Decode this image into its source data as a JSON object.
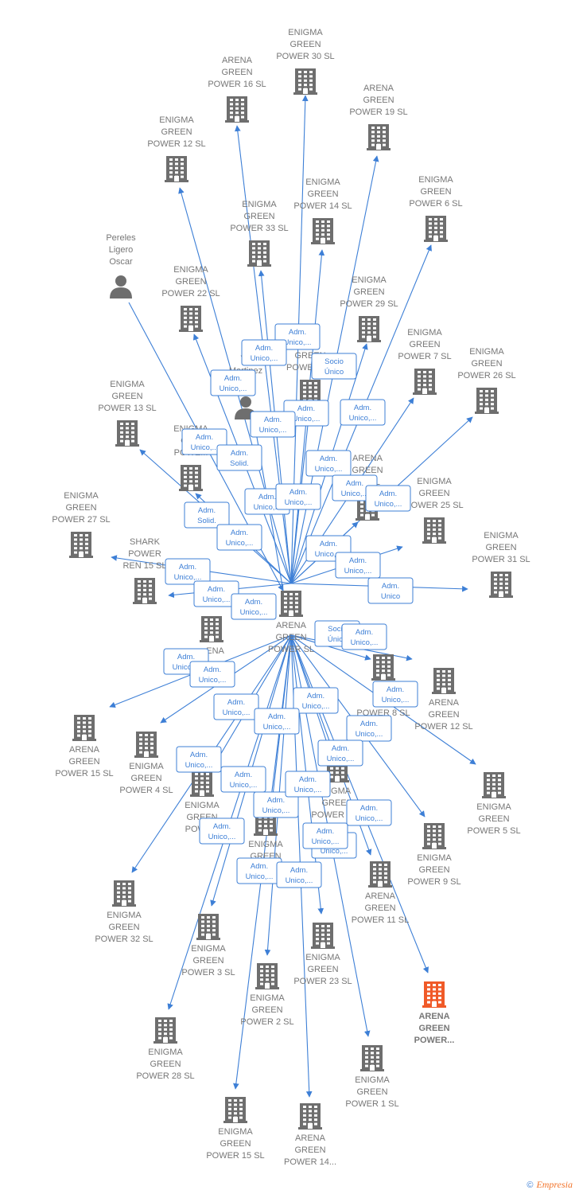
{
  "center": {
    "id": "c",
    "lines": [
      "ARENA",
      "GREEN",
      "POWER  SL"
    ],
    "type": "company"
  },
  "nodes": [
    {
      "id": "n1",
      "lines": [
        "ENIGMA",
        "GREEN",
        "POWER 30  SL"
      ],
      "type": "company"
    },
    {
      "id": "n2",
      "lines": [
        "ARENA",
        "GREEN",
        "POWER 16  SL"
      ],
      "type": "company"
    },
    {
      "id": "n3",
      "lines": [
        "ARENA",
        "GREEN",
        "POWER 19  SL"
      ],
      "type": "company"
    },
    {
      "id": "n4",
      "lines": [
        "ENIGMA",
        "GREEN",
        "POWER 12  SL"
      ],
      "type": "company"
    },
    {
      "id": "n5",
      "lines": [
        "ENIGMA",
        "GREEN",
        "POWER 14  SL"
      ],
      "type": "company"
    },
    {
      "id": "n6",
      "lines": [
        "ENIGMA",
        "GREEN",
        "POWER 6  SL"
      ],
      "type": "company"
    },
    {
      "id": "n7",
      "lines": [
        "ENIGMA",
        "GREEN",
        "POWER 33  SL"
      ],
      "type": "company"
    },
    {
      "id": "n8",
      "lines": [
        "Pereles",
        "Ligero",
        "Oscar"
      ],
      "type": "person"
    },
    {
      "id": "n9",
      "lines": [
        "ENIGMA",
        "GREEN",
        "POWER 22  SL"
      ],
      "type": "company"
    },
    {
      "id": "n10",
      "lines": [
        "ENIGMA",
        "GREEN",
        "POWER 29  SL"
      ],
      "type": "company"
    },
    {
      "id": "n11",
      "lines": [
        "ENIGMA",
        "GREEN",
        "POWER 7  SL"
      ],
      "type": "company"
    },
    {
      "id": "n12",
      "lines": [
        "ENIGMA",
        "GREEN",
        "POWER 26  SL"
      ],
      "type": "company"
    },
    {
      "id": "n13",
      "lines": [
        "Va",
        "Martinez",
        "..."
      ],
      "type": "person"
    },
    {
      "id": "n14",
      "lines": [
        "A",
        "GREEN",
        "POWER 1..."
      ],
      "type": "company"
    },
    {
      "id": "n15",
      "lines": [
        "ENIGMA",
        "GREEN",
        "POWER 13  SL"
      ],
      "type": "company"
    },
    {
      "id": "n16",
      "lines": [
        "ENIGMA",
        "GR...",
        "POWE..."
      ],
      "type": "company"
    },
    {
      "id": "n17",
      "lines": [
        "ARENA",
        "GREEN",
        "...8  SL"
      ],
      "type": "company"
    },
    {
      "id": "n18",
      "lines": [
        "ENIGMA",
        "GREEN",
        "POWER 25  SL"
      ],
      "type": "company"
    },
    {
      "id": "n19",
      "lines": [
        "ENIGMA",
        "GREEN",
        "POWER 27  SL"
      ],
      "type": "company"
    },
    {
      "id": "n20",
      "lines": [
        "SHARK",
        "POWER",
        "REN 15  SL"
      ],
      "type": "company"
    },
    {
      "id": "n21",
      "lines": [
        "ENIGMA",
        "GREEN",
        "POWER 31  SL"
      ],
      "type": "company"
    },
    {
      "id": "n22",
      "lines": [
        "...ENA",
        "...",
        "P..."
      ],
      "type": "company"
    },
    {
      "id": "n23",
      "lines": [
        "E...",
        "G...",
        "POWER 8  SL"
      ],
      "type": "company"
    },
    {
      "id": "n24",
      "lines": [
        "ARENA",
        "GREEN",
        "POWER 12  SL"
      ],
      "type": "company"
    },
    {
      "id": "n25",
      "lines": [
        "ARENA",
        "GREEN",
        "POWER 15  SL"
      ],
      "type": "company"
    },
    {
      "id": "n26",
      "lines": [
        "ENIGMA",
        "GREEN",
        "POWER 4  SL"
      ],
      "type": "company"
    },
    {
      "id": "n27",
      "lines": [
        "ENIGMA",
        "GREEN",
        "POWER 5  SL"
      ],
      "type": "company"
    },
    {
      "id": "n28",
      "lines": [
        "ENIGMA",
        "GREEN",
        "POWE..."
      ],
      "type": "company"
    },
    {
      "id": "n29",
      "lines": [
        "...GMA",
        "GREEN",
        "POWER 11..."
      ],
      "type": "company"
    },
    {
      "id": "n30",
      "lines": [
        "ENIGMA",
        "GREEN",
        "POWER 24  SL"
      ],
      "type": "company"
    },
    {
      "id": "n31",
      "lines": [
        "ENIGMA",
        "GREEN",
        "POWER 9  SL"
      ],
      "type": "company"
    },
    {
      "id": "n32",
      "lines": [
        "ARENA",
        "GREEN",
        "POWER 11  SL"
      ],
      "type": "company"
    },
    {
      "id": "n33",
      "lines": [
        "ENIGMA",
        "GREEN",
        "POWER 32  SL"
      ],
      "type": "company"
    },
    {
      "id": "n34",
      "lines": [
        "ENIGMA",
        "GREEN",
        "POWER 3  SL"
      ],
      "type": "company"
    },
    {
      "id": "n35",
      "lines": [
        "ENIGMA",
        "GREEN",
        "POWER 23  SL"
      ],
      "type": "company"
    },
    {
      "id": "n36",
      "lines": [
        "ENIGMA",
        "GREEN",
        "POWER 2  SL"
      ],
      "type": "company"
    },
    {
      "id": "n37",
      "lines": [
        "ARENA",
        "GREEN",
        "POWER..."
      ],
      "type": "company",
      "highlight": true
    },
    {
      "id": "n38",
      "lines": [
        "ENIGMA",
        "GREEN",
        "POWER 28  SL"
      ],
      "type": "company"
    },
    {
      "id": "n39",
      "lines": [
        "ENIGMA",
        "GREEN",
        "POWER 1  SL"
      ],
      "type": "company"
    },
    {
      "id": "n40",
      "lines": [
        "ENIGMA",
        "GREEN",
        "POWER 15  SL"
      ],
      "type": "company"
    },
    {
      "id": "n41",
      "lines": [
        "ARENA",
        "GREEN",
        "POWER 14..."
      ],
      "type": "company"
    }
  ],
  "relation_labels": [
    [
      "Adm.",
      "Unico,..."
    ],
    [
      "Adm.",
      "Unico,..."
    ],
    [
      "Adm.",
      "Unico,..."
    ],
    [
      "Socio",
      "Único"
    ],
    [
      "Adm.",
      "Unico,..."
    ],
    [
      "Adm.",
      "Unico,..."
    ],
    [
      "Adm.",
      "Unico,..."
    ],
    [
      "Adm.",
      "Unico,..."
    ],
    [
      "Adm.",
      "Solid."
    ],
    [
      "Adm.",
      "Unico,..."
    ],
    [
      "Adm.",
      "Unico,..."
    ],
    [
      "Adm.",
      "Unico,..."
    ],
    [
      "Adm.",
      "Unico,..."
    ],
    [
      "Adm.",
      "Unico,..."
    ],
    [
      "Adm.",
      "Solid."
    ],
    [
      "Adm.",
      "Unico,..."
    ],
    [
      "Adm.",
      "Unico,..."
    ],
    [
      "Adm.",
      "Unico,..."
    ],
    [
      "Adm.",
      "Unico,..."
    ],
    [
      "Adm.",
      "Unico,..."
    ],
    [
      "Adm.",
      "Unico,..."
    ],
    [
      "Adm.",
      "Unico"
    ],
    [
      "Socio",
      "Único"
    ],
    [
      "Adm.",
      "Unico,..."
    ],
    [
      "Adm.",
      "Unico,..."
    ],
    [
      "Adm.",
      "Unico,..."
    ],
    [
      "Adm.",
      "Unico,..."
    ],
    [
      "Adm.",
      "Unico,..."
    ],
    [
      "Adm.",
      "Unico,..."
    ],
    [
      "Adm.",
      "Unico,..."
    ],
    [
      "Adm.",
      "Unico,..."
    ],
    [
      "Adm.",
      "Unico,..."
    ],
    [
      "Adm.",
      "Unico,..."
    ],
    [
      "Adm.",
      "Unico,..."
    ],
    [
      "Adm.",
      "Unico,..."
    ],
    [
      "Adm.",
      "Unico,..."
    ],
    [
      "Adm.",
      "Unico,..."
    ],
    [
      "Adm.",
      "Unico,..."
    ],
    [
      "Adm.",
      "Unico,..."
    ],
    [
      "Adm.",
      "Unico,..."
    ],
    [
      "Adm.",
      "Unico,..."
    ],
    [
      "Adm.",
      "Unico,..."
    ]
  ],
  "colors": {
    "edge": "#3d7fd6",
    "icon": "#6e6e6e",
    "highlight": "#f05a28",
    "label": "#777777"
  },
  "footer": {
    "copyright": "©",
    "brand": "Empresia"
  }
}
